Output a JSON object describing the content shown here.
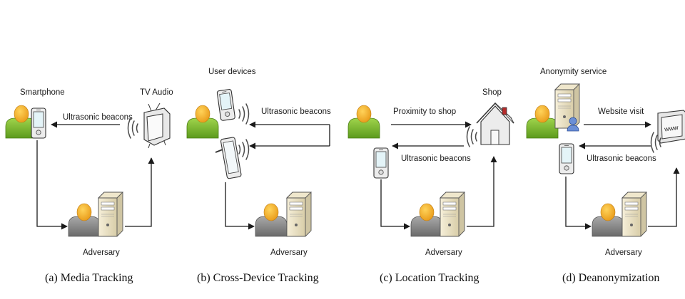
{
  "panels": {
    "a": {
      "caption": "(a) Media Tracking",
      "smartphone_label": "Smartphone",
      "tv_label": "TV Audio",
      "beacons_label": "Ultrasonic beacons",
      "adversary_label": "Adversary"
    },
    "b": {
      "caption": "(b) Cross-Device Tracking",
      "devices_label": "User devices",
      "beacons_label": "Ultrasonic beacons",
      "adversary_label": "Adversary"
    },
    "c": {
      "caption": "(c) Location Tracking",
      "shop_label": "Shop",
      "proximity_label": "Proximity to shop",
      "beacons_label": "Ultrasonic beacons",
      "adversary_label": "Adversary"
    },
    "d": {
      "caption": "(d) Deanonymization",
      "service_label": "Anonymity service",
      "visit_label": "Website visit",
      "beacons_label": "Ultrasonic beacons",
      "adversary_label": "Adversary",
      "www_text": "www"
    }
  }
}
